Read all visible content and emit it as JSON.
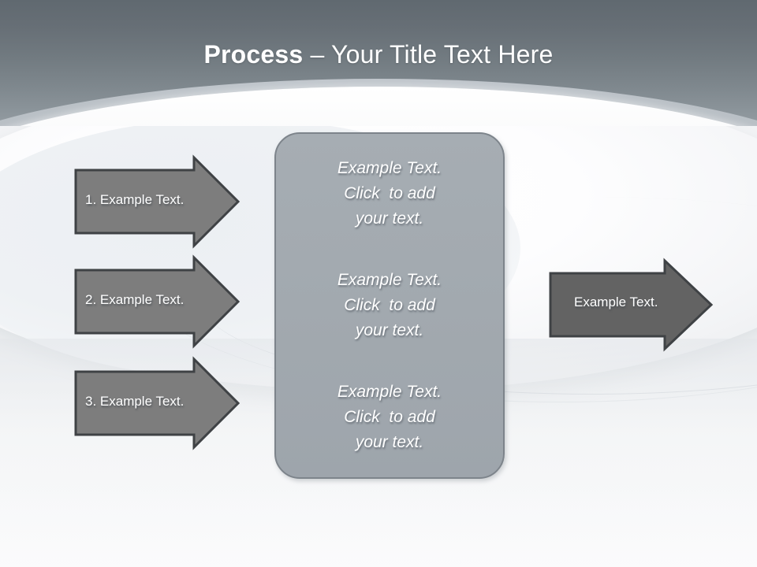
{
  "slide": {
    "title_bold": "Process",
    "title_rest": " – Your Title Text Here"
  },
  "steps": [
    {
      "label": "1. Example Text."
    },
    {
      "label": "2. Example Text."
    },
    {
      "label": "3. Example Text."
    }
  ],
  "center_box": {
    "blocks": [
      {
        "line1": "Example Text.",
        "line2": "Click  to add",
        "line3": "your text."
      },
      {
        "line1": "Example Text.",
        "line2": "Click  to add",
        "line3": "your text."
      },
      {
        "line1": "Example Text.",
        "line2": "Click  to add",
        "line3": "your text."
      }
    ]
  },
  "output": {
    "label": "Example Text."
  },
  "colors": {
    "header_top": "#606970",
    "header_bottom": "#949ca2",
    "step_arrow_fill": "#7d7d7d",
    "output_arrow_fill": "#636363",
    "arrow_border": "#3f4245",
    "center_box_fill": "#a3aab0",
    "center_box_border": "#7d848b",
    "text_light": "#ffffff",
    "background": "#f4f5f7"
  }
}
